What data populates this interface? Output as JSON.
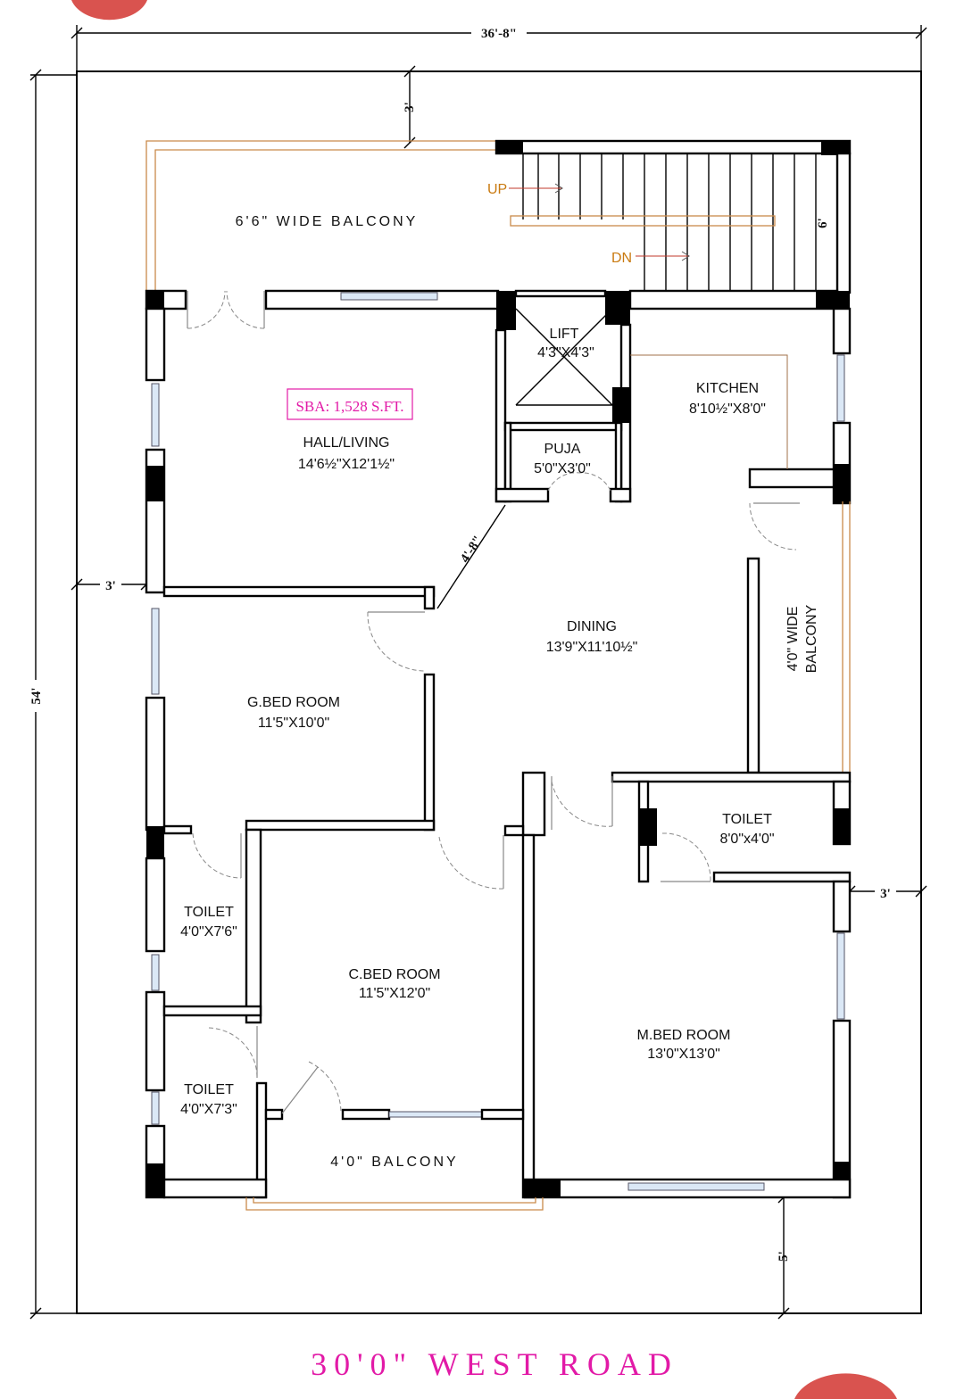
{
  "dimensions": {
    "overall_width": "36'-8\"",
    "overall_depth": "54'",
    "setback_top": "3'",
    "setback_left": "3'",
    "setback_right": "3'",
    "setback_bottom": "5'",
    "stair_width": "6'",
    "diagonal": "4'-8\""
  },
  "stair": {
    "up_label": "UP",
    "down_label": "DN"
  },
  "area_badge": "SBA: 1,528 S.FT.",
  "road_label": "30'0\" WEST ROAD",
  "colors": {
    "wall": "#000000",
    "road_text": "#e21aa7",
    "stair_text": "#c97a10",
    "railing": "#c98a4a"
  },
  "rooms": {
    "balcony_top": {
      "name": "6'6\" WIDE BALCONY"
    },
    "lift": {
      "name": "LIFT",
      "size": "4'3\"X4'3\""
    },
    "kitchen": {
      "name": "KITCHEN",
      "size": "8'10½\"X8'0\""
    },
    "hall": {
      "name": "HALL/LIVING",
      "size": "14'6½\"X12'1½\""
    },
    "puja": {
      "name": "PUJA",
      "size": "5'0\"X3'0\""
    },
    "dining": {
      "name": "DINING",
      "size": "13'9\"X11'10½\""
    },
    "balcony_side": {
      "line1": "4'0\" WIDE",
      "line2": "BALCONY"
    },
    "gbed": {
      "name": "G.BED ROOM",
      "size": "11'5\"X10'0\""
    },
    "toilet_mb": {
      "name": "TOILET",
      "size": "8'0\"x4'0\""
    },
    "toilet1": {
      "name": "TOILET",
      "size": "4'0\"X7'6\""
    },
    "cbed": {
      "name": "C.BED ROOM",
      "size": "11'5\"X12'0\""
    },
    "mbed": {
      "name": "M.BED ROOM",
      "size": "13'0\"X13'0\""
    },
    "toilet2": {
      "name": "TOILET",
      "size": "4'0\"X7'3\""
    },
    "balcony_bottom": {
      "name": "4'0\" BALCONY"
    }
  }
}
